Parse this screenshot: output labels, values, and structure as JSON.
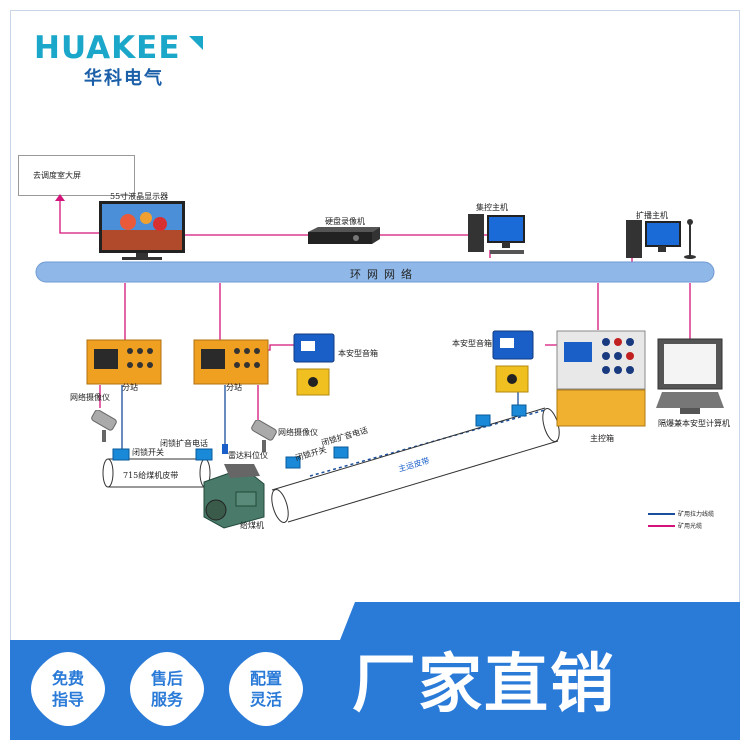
{
  "brand": {
    "name": "HUAKEE",
    "subtitle": "华科电气"
  },
  "diagram": {
    "dispatch_screen": "去调度室大屏",
    "lcd_display": "55寸液晶显示器",
    "dvr": "硬盘录像机",
    "control_host": "集控主机",
    "broadcast_host": "扩播主机",
    "ring_network": "环网网络",
    "substation_1": "分站",
    "substation_2": "分站",
    "speaker_left": "本安型音箱",
    "speaker_right": "本安型音箱",
    "camera_1": "网络摄像仪",
    "camera_2": "网络摄像仪",
    "lock_switch_1": "闭锁开关",
    "lock_phone_1": "闭锁扩音电话",
    "radar": "雷达料位仪",
    "feeder_belt": "715给煤机皮带",
    "feeder": "给煤机",
    "lock_switch_2": "闭锁开关",
    "lock_phone_2": "闭锁扩音电话",
    "main_belt": "主运皮带",
    "main_control_box": "主控箱",
    "computer": "隔爆兼本安型计算机",
    "legend": [
      {
        "label": "矿用拉力线缆",
        "color": "#1a4f9c"
      },
      {
        "label": "矿用光缆",
        "color": "#d4147a"
      }
    ]
  },
  "footer": {
    "badges": [
      {
        "line1": "免费",
        "line2": "指导"
      },
      {
        "line1": "售后",
        "line2": "服务"
      },
      {
        "line1": "配置",
        "line2": "灵活"
      }
    ],
    "slogan": "厂家直销"
  },
  "colors": {
    "ring": "#8fb8e8",
    "fiber": "#d4147a",
    "cable": "#1a4f9c",
    "footer_bg": "#2a7ad8",
    "substation": "#f0a020"
  }
}
